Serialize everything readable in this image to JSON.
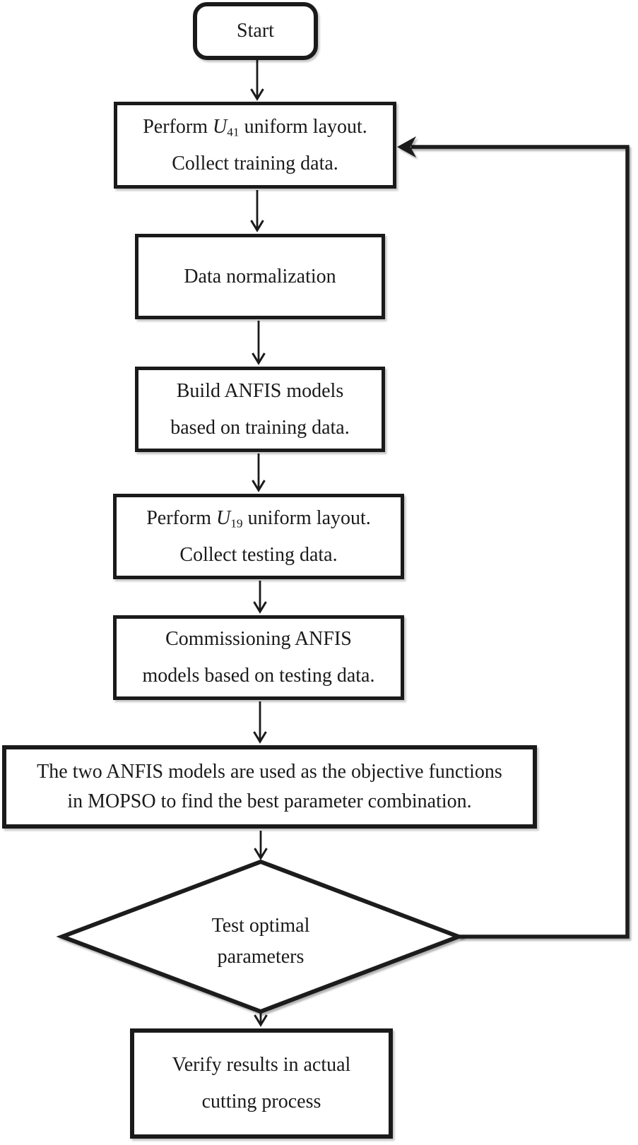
{
  "colors": {
    "ink": "#1a1a1a",
    "background": "#ffffff"
  },
  "nodes": {
    "start": {
      "label": "Start"
    },
    "collect_training": {
      "line1_pre": "Perform ",
      "line1_var": "U",
      "line1_sub": "41",
      "line1_post": " uniform layout.",
      "line2": "Collect training data."
    },
    "normalization": {
      "line1": "Data normalization"
    },
    "build_anfis": {
      "line1": "Build ANFIS models",
      "line2": "based on training data."
    },
    "collect_testing": {
      "line1_pre": "Perform ",
      "line1_var": "U",
      "line1_sub": "19",
      "line1_post": " uniform layout.",
      "line2": "Collect testing data."
    },
    "commissioning": {
      "line1": "Commissioning ANFIS",
      "line2": "models based on testing data."
    },
    "mopso": {
      "line1": "The two ANFIS models are used as the objective functions",
      "line2": "in MOPSO to find the best parameter combination."
    },
    "decision": {
      "line1": "Test optimal",
      "line2": "parameters"
    },
    "verify": {
      "line1": "Verify results in actual",
      "line2": "cutting process"
    }
  }
}
